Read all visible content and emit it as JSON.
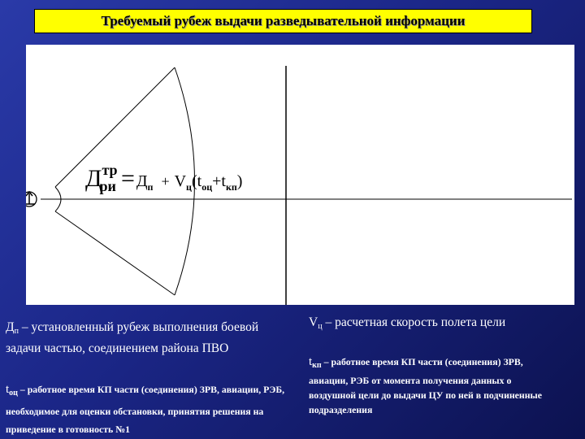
{
  "title": "Требуемый рубеж выдачи разведывательной информации",
  "formula": {
    "lhs_main": "Д",
    "lhs_sup": "тр",
    "lhs_sub": "ри",
    "equals": "=",
    "rhs_d": "Д",
    "rhs_d_sub": "п",
    "plus": "+",
    "rhs_v": "V",
    "rhs_v_sub": "ц",
    "rhs_paren_open": "(t",
    "rhs_t1_sub": "оц",
    "rhs_plus2": "+t",
    "rhs_t2_sub": "кп",
    "rhs_paren_close": ")"
  },
  "definitions": {
    "dp": {
      "symbol": "Д",
      "sub": "п",
      "text": " – установленный рубеж выполнения боевой задачи частью, соединением района ПВО"
    },
    "toc": {
      "symbol": "t",
      "sub": "оц",
      "text": " – работное время КП части (соединения) ЗРВ, авиации, РЭБ, необходимое для оценки обстановки, принятия решения на приведение в готовность №1"
    },
    "vc": {
      "symbol": "V",
      "sub": "ц",
      "text": " – расчетная скорость полета цели"
    },
    "tkp": {
      "symbol": "t",
      "sub": "кп",
      "text": " – работное время КП части (соединения) ЗРВ, авиации, РЭБ от момента получения данных о воздушной цели до выдачи ЦУ по ней в подчиненные подразделения"
    }
  },
  "colors": {
    "title_bg": "#ffff00",
    "panel_bg": "#ffffff",
    "background": "#1b2687",
    "text_light": "#ffffff"
  }
}
